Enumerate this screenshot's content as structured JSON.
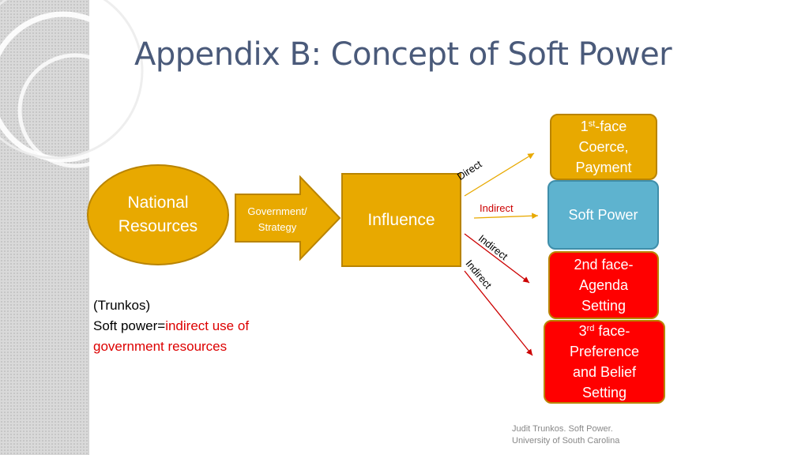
{
  "slide": {
    "title": "Appendix B: Concept of Soft Power"
  },
  "diagram": {
    "source": {
      "line1": "National",
      "line2": "Resources"
    },
    "channel": {
      "line1": "Government/",
      "line2": "Strategy"
    },
    "center": "Influence",
    "edges": {
      "direct": "Direct",
      "indirect_soft": "Indirect",
      "indirect_second": "Indirect",
      "indirect_third": "Indirect"
    },
    "outcomes": {
      "first_face": {
        "num": "1",
        "sup": "st",
        "rest": "-face",
        "line2": "Coerce,",
        "line3": "Payment"
      },
      "soft_power": "Soft Power",
      "second_face": {
        "line1": "2nd face-",
        "line2": "Agenda",
        "line3": "Setting"
      },
      "third_face": {
        "num": "3",
        "sup": "rd",
        "rest": " face-",
        "line2": "Preference",
        "line3": "and Belief",
        "line4": "Setting"
      }
    },
    "colors": {
      "gold": "#e8a900",
      "blue": "#5eb3cf",
      "red": "#ff0000",
      "title": "#4a5a7a"
    }
  },
  "note": {
    "source": "(Trunkos)",
    "prefix": "Soft power=",
    "highlight": "indirect use of government resources"
  },
  "footer": {
    "line1": "Judit Trunkos. Soft Power.",
    "line2": "University of South Carolina"
  }
}
